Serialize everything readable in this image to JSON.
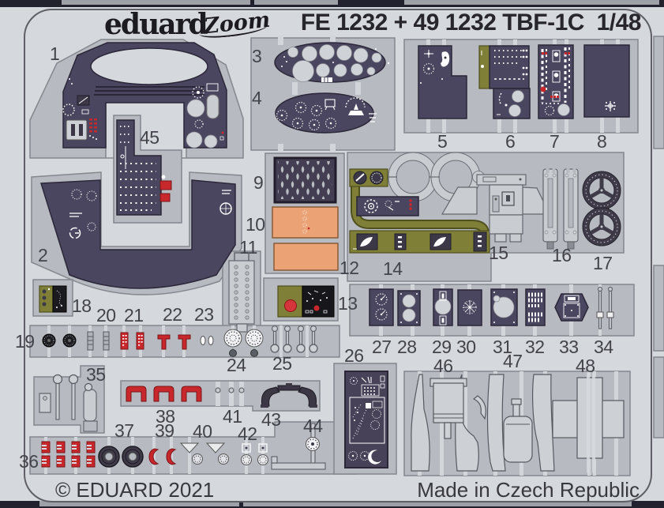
{
  "header": {
    "brand": "eduard",
    "logo_script": "Zoom",
    "title": "FE 1232 + 49 1232 TBF-1C  1/48"
  },
  "footer": {
    "copyright": "© EDUARD 2021",
    "origin": "Made in Czech Republic"
  },
  "sheet": {
    "description": "photo-etched fret with numbered parts",
    "part_numbers": [
      "1",
      "2",
      "3",
      "4",
      "5",
      "6",
      "7",
      "8",
      "9",
      "10",
      "11",
      "12",
      "13",
      "14",
      "15",
      "16",
      "17",
      "18",
      "19",
      "20",
      "21",
      "22",
      "23",
      "24",
      "25",
      "26",
      "27",
      "28",
      "29",
      "30",
      "31",
      "32",
      "33",
      "34",
      "35",
      "36",
      "37",
      "38",
      "39",
      "40",
      "41",
      "42",
      "43",
      "44",
      "45",
      "46",
      "47",
      "48"
    ]
  },
  "colors": {
    "background": "#d5d8dc",
    "frame_bar": "#22222e",
    "fret_backing": "#b7bbc1",
    "panel_dark": "#4b4660",
    "olive": "#7f7f37",
    "orange": "#eba275",
    "red": "#c8272c",
    "metal_light": "#c9ccd1",
    "text": "#43434b"
  }
}
